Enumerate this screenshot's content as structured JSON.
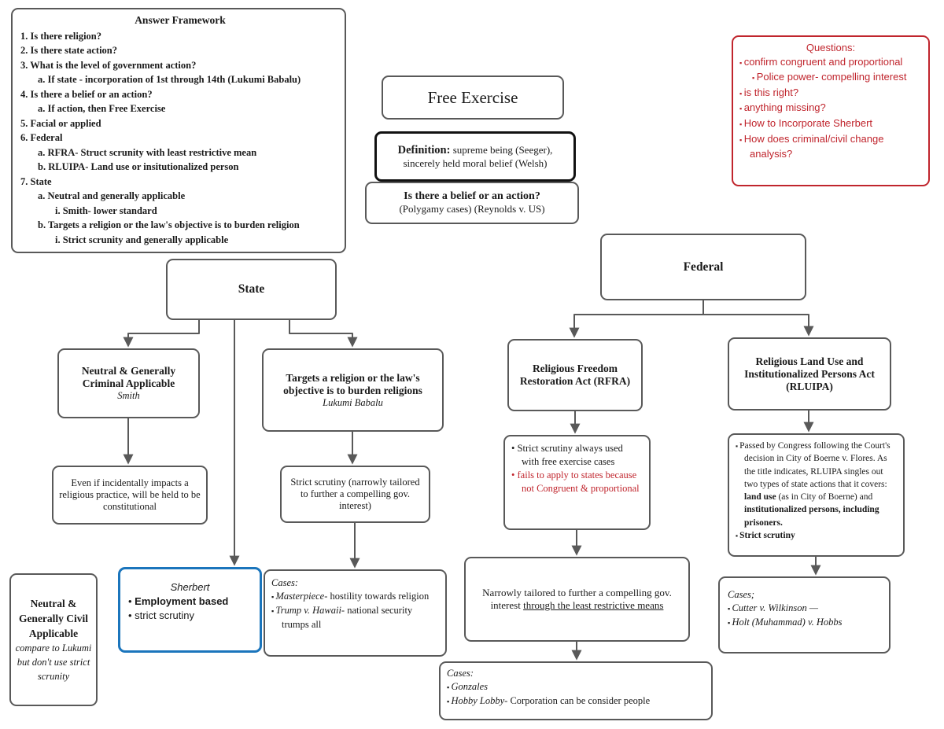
{
  "colors": {
    "border_gray": "#595959",
    "text_black": "#1a1a1a",
    "accent_red": "#c0252d",
    "accent_blue": "#1b75bc",
    "definition_border": "#111111"
  },
  "answer_framework": {
    "title": "Answer Framework",
    "items": [
      {
        "marker": "1.",
        "text": "Is there religion?",
        "level": 0
      },
      {
        "marker": "2.",
        "text": "Is there state action?",
        "level": 0
      },
      {
        "marker": "3.",
        "text": "What is the level of government action?",
        "level": 0
      },
      {
        "marker": "a.",
        "text": "If state - incorporation of 1st through 14th (Lukumi Babalu)",
        "level": 1
      },
      {
        "marker": "4.",
        "text": "Is there a belief or an action?",
        "level": 0
      },
      {
        "marker": "a.",
        "text": "If action, then Free Exercise",
        "level": 1
      },
      {
        "marker": "5.",
        "text": "Facial or applied",
        "level": 0
      },
      {
        "marker": "6.",
        "text": "Federal",
        "level": 0
      },
      {
        "marker": "a.",
        "text": "RFRA- Struct scrunity with least restrictive mean",
        "level": 1
      },
      {
        "marker": "b.",
        "text": "RLUIPA- Land use or insitutionalized person",
        "level": 1
      },
      {
        "marker": "7.",
        "text": "State",
        "level": 0
      },
      {
        "marker": "a.",
        "text": "Neutral and generally applicable",
        "level": 1
      },
      {
        "marker": "i.",
        "text": "Smith- lower standard",
        "level": 2
      },
      {
        "marker": "b.",
        "text": "Targets a religion or the law's objective is to burden religion",
        "level": 1
      },
      {
        "marker": "i.",
        "text": "Strict scrunity  and generally applicable",
        "level": 2
      }
    ]
  },
  "free_exercise": {
    "title": "Free Exercise"
  },
  "definition": {
    "label": "Definition:",
    "text": " supreme being (Seeger), sincerely held moral belief (Welsh)"
  },
  "belief_or_action": {
    "title": "Is there a belief or an action?",
    "subtitle": "(Polygamy cases) (Reynolds v. US)"
  },
  "questions": {
    "title": "Questions:",
    "items": [
      {
        "text": "confirm congruent and proportional",
        "level": 0
      },
      {
        "text": "Police power- compelling interest",
        "level": 1
      },
      {
        "text": "is this right?",
        "level": 0
      },
      {
        "text": "anything missing?",
        "level": 0
      },
      {
        "text": "How to Incorporate Sherbert",
        "level": 0
      },
      {
        "text": "How does criminal/civil change analysis?",
        "level": 0
      }
    ]
  },
  "state_branch": {
    "root": "State",
    "neutral_criminal": {
      "title": "Neutral & Generally Criminal Applicable",
      "case": "Smith"
    },
    "incidental": "Even if incidentally impacts a religious practice, will be held to be constitutional",
    "targets": {
      "title": "Targets a religion or the law's objective is to burden religions",
      "case": "Lukumi Babalu"
    },
    "strict_scrutiny": "Strict scrutiny (narrowly tailored to further a compelling gov. interest)",
    "sherbert": {
      "title": "Sherbert",
      "bullet1": "Employment based",
      "bullet2": "strict scrutiny"
    },
    "state_cases": {
      "label": "Cases:",
      "items": [
        {
          "case": "Masterpiece",
          "rest": "- hostility towards religion"
        },
        {
          "case": "Trump v. Hawaii",
          "rest": "- national security trumps all"
        }
      ]
    },
    "neutral_civil": {
      "title": "Neutral & Generally Civil Applicable",
      "note": "compare to Lukumi but don't use strict scrunity"
    }
  },
  "federal_branch": {
    "root": "Federal",
    "rfra": {
      "title": "Religious Freedom Restoration Act (RFRA)"
    },
    "rfra_points": {
      "black": "Strict scrutiny always used with free exercise cases",
      "red": "fails to apply to states because not Congruent & proportional"
    },
    "narrowly": {
      "pre": "Narrowly tailored to further a compelling gov. interest ",
      "underlined": "through the least restrictive means"
    },
    "rfra_cases": {
      "label": "Cases:",
      "items": [
        {
          "case": "Gonzales",
          "rest": ""
        },
        {
          "case": "Hobby Lobby",
          "rest": "- Corporation can be consider people"
        }
      ]
    },
    "rluipa": {
      "title": "Religious Land Use and Institutionalized Persons Act (RLUIPA)"
    },
    "rluipa_detail": {
      "p1": "Passed by Congress following the Court's decision in City of Boerne v. Flores. As the title indicates, RLUIPA singles out two types of state actions that it covers: ",
      "b1": "land use",
      "p2": " (as in City of Boerne) and ",
      "b2": "institutionalized persons, including prisoners.",
      "point2": "Strict scrutiny"
    },
    "rluipa_cases": {
      "label": "Cases;",
      "items": [
        {
          "case": "Cutter v. Wilkinson",
          "rest": " —"
        },
        {
          "case": "Holt (Muhammad) v. Hobbs",
          "rest": ""
        }
      ]
    }
  }
}
